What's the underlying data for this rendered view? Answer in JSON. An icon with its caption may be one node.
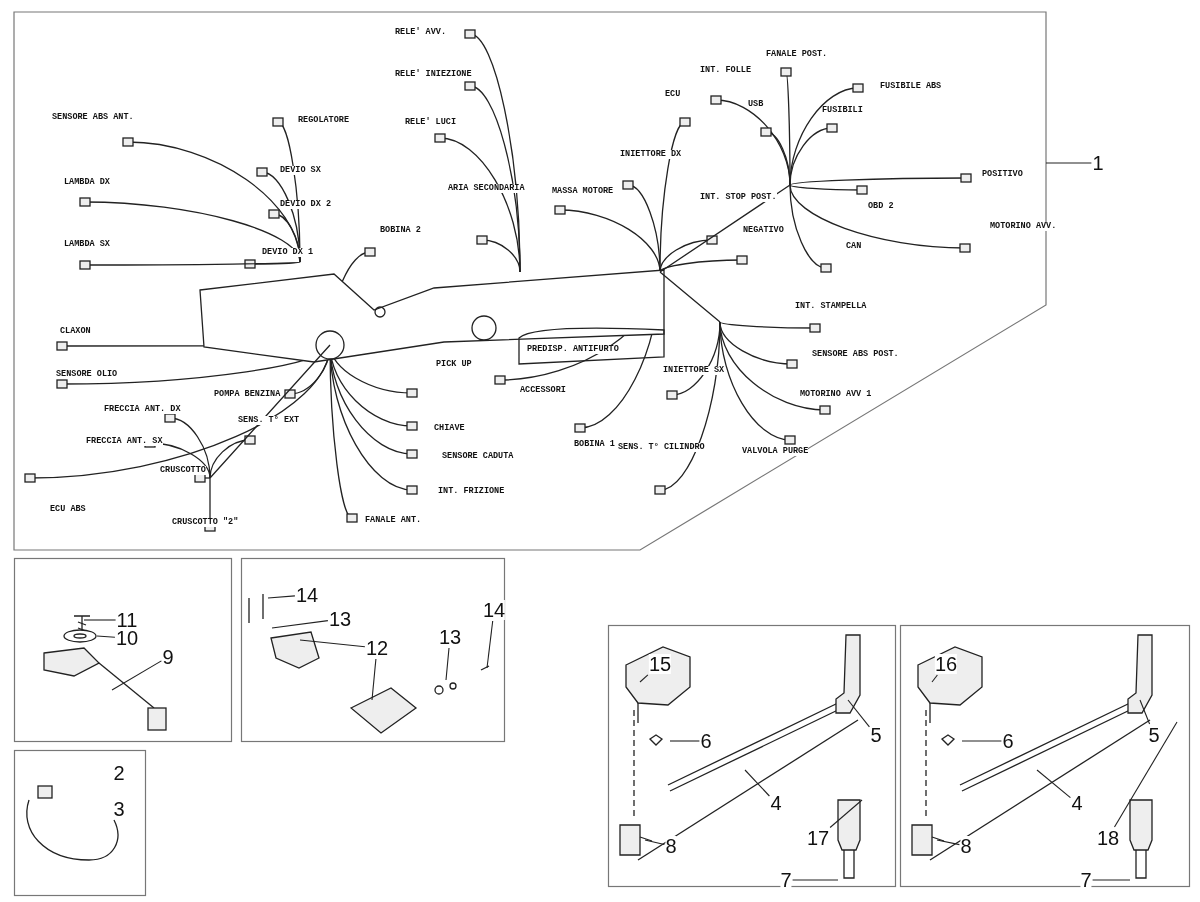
{
  "diagram": {
    "nodes": [
      {
        "text": [],
        "shape": "box"
      },
      {
        "text": [
          "1"
        ]
      },
      {
        "text": [],
        "shape": "box"
      },
      {
        "text": [
          "11"
        ],
        "in": 2
      },
      {
        "text": [
          "10"
        ],
        "in": 2
      },
      {
        "text": [
          "9"
        ],
        "in": 2
      },
      {
        "text": [],
        "shape": "box"
      },
      {
        "text": [
          "14"
        ],
        "in": 6
      },
      {
        "text": [
          "13"
        ],
        "in": 6
      },
      {
        "text": [
          "12"
        ],
        "in": 6
      },
      {
        "text": [
          "13"
        ],
        "in": 6
      },
      {
        "text": [
          "14"
        ],
        "in": 6
      },
      {
        "text": [],
        "shape": "box"
      },
      {
        "text": [
          "2"
        ],
        "in": 12
      },
      {
        "text": [
          "3"
        ],
        "in": 12
      },
      {
        "text": [],
        "shape": "box"
      },
      {
        "text": [
          "15"
        ],
        "in": 15
      },
      {
        "text": [
          "6"
        ],
        "in": 15
      },
      {
        "text": [
          "5"
        ],
        "in": 15
      },
      {
        "text": [
          "4"
        ],
        "in": 15
      },
      {
        "text": [
          "17"
        ],
        "in": 15
      },
      {
        "text": [
          "8"
        ],
        "in": 15
      },
      {
        "text": [
          "7"
        ],
        "in": 15
      },
      {
        "text": [],
        "shape": "box"
      },
      {
        "text": [
          "16"
        ],
        "in": 23
      },
      {
        "text": [
          "6"
        ],
        "in": 23
      },
      {
        "text": [
          "5"
        ],
        "in": 23
      },
      {
        "text": [
          "4"
        ],
        "in": 23
      },
      {
        "text": [
          "18"
        ],
        "in": 23
      },
      {
        "text": [
          "8"
        ],
        "in": 23
      },
      {
        "text": [
          "7"
        ],
        "in": 23
      }
    ],
    "edges": [
      {
        "from": 1,
        "to": 0,
        "arrow": "none"
      },
      {
        "from": 3,
        "to": null,
        "arrow": "none"
      },
      {
        "from": 4,
        "to": null,
        "arrow": "none"
      },
      {
        "from": 5,
        "to": null,
        "arrow": "none"
      },
      {
        "from": 7,
        "to": null,
        "arrow": "none"
      },
      {
        "from": 8,
        "to": null,
        "arrow": "none"
      },
      {
        "from": 9,
        "to": null,
        "arrow": "none"
      },
      {
        "from": 9,
        "to": null,
        "arrow": "none"
      },
      {
        "from": 10,
        "to": null,
        "arrow": "none"
      },
      {
        "from": 11,
        "to": null,
        "arrow": "none"
      },
      {
        "from": 16,
        "to": null,
        "arrow": "none"
      },
      {
        "from": 17,
        "to": null,
        "arrow": "none"
      },
      {
        "from": 18,
        "to": null,
        "arrow": "none"
      },
      {
        "from": 19,
        "to": null,
        "arrow": "none"
      },
      {
        "from": 20,
        "to": null,
        "arrow": "none"
      },
      {
        "from": 21,
        "to": null,
        "arrow": "none"
      },
      {
        "from": 22,
        "to": null,
        "arrow": "none"
      },
      {
        "from": 24,
        "to": null,
        "arrow": "none"
      },
      {
        "from": 25,
        "to": null,
        "arrow": "none"
      },
      {
        "from": 26,
        "to": null,
        "arrow": "none"
      },
      {
        "from": 27,
        "to": null,
        "arrow": "none"
      },
      {
        "from": 28,
        "to": null,
        "arrow": "none"
      },
      {
        "from": 29,
        "to": null,
        "arrow": "none"
      },
      {
        "from": 30,
        "to": null,
        "arrow": "none"
      }
    ],
    "labels": [
      "RELE' AVV.",
      "RELE' INIEZIONE",
      "FANALE POST.",
      "INT. FOLLE",
      "FUSIBILE ABS",
      "ECU",
      "USB",
      "FUSIBILI",
      "RELE' LUCI",
      "SENSORE ABS ANT.",
      "REGOLATORE",
      "INIETTORE DX",
      "POSITIVO",
      "DEVIO SX",
      "LAMBDA DX",
      "ARIA SECONDARIA",
      "MASSA MOTORE",
      "INT. STOP POST.",
      "OBD 2",
      "DEVIO DX 2",
      "MOTORINO AVV.",
      "BOBINA 2",
      "NEGATIVO",
      "CAN",
      "DEVIO DX 1",
      "LAMBDA SX",
      "INT. STAMPELLA",
      "CLAXON",
      "PREDISP. ANTIFURTO",
      "SENSORE ABS POST.",
      "PICK UP",
      "INIETTORE SX",
      "SENSORE OLIO",
      "ACCESSORI",
      "POMPA BENZINA",
      "MOTORINO AVV 1",
      "FRECCIA ANT. DX",
      "SENS. T° EXT",
      "CHIAVE",
      "FRECCIA ANT. SX",
      "BOBINA 1",
      "SENS. T° CILINDRO",
      "VALVOLA PURGE",
      "SENSORE CADUTA",
      "CRUSCOTTO",
      "INT. FRIZIONE",
      "ECU ABS",
      "FANALE ANT.",
      "CRUSCOTTO \"2\""
    ]
  }
}
